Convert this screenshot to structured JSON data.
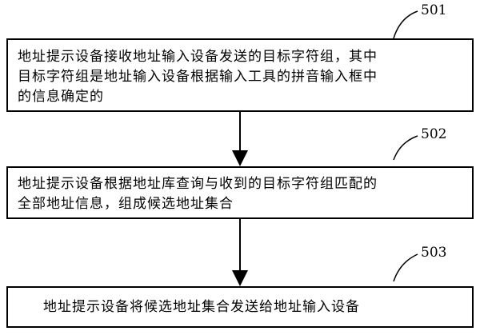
{
  "steps": [
    {
      "id": "501",
      "lines": [
        "地址提示设备接收地址输入设备发送的目标字符组，其中",
        "目标字符组是地址输入设备根据输入工具的拼音输入框中",
        "的信息确定的"
      ]
    },
    {
      "id": "502",
      "lines": [
        "地址提示设备根据地址库查询与收到的目标字符组匹配的",
        "全部地址信息，组成候选地址集合"
      ]
    },
    {
      "id": "503",
      "lines": [
        "地址提示设备将候选地址集合发送给地址输入设备"
      ]
    }
  ]
}
